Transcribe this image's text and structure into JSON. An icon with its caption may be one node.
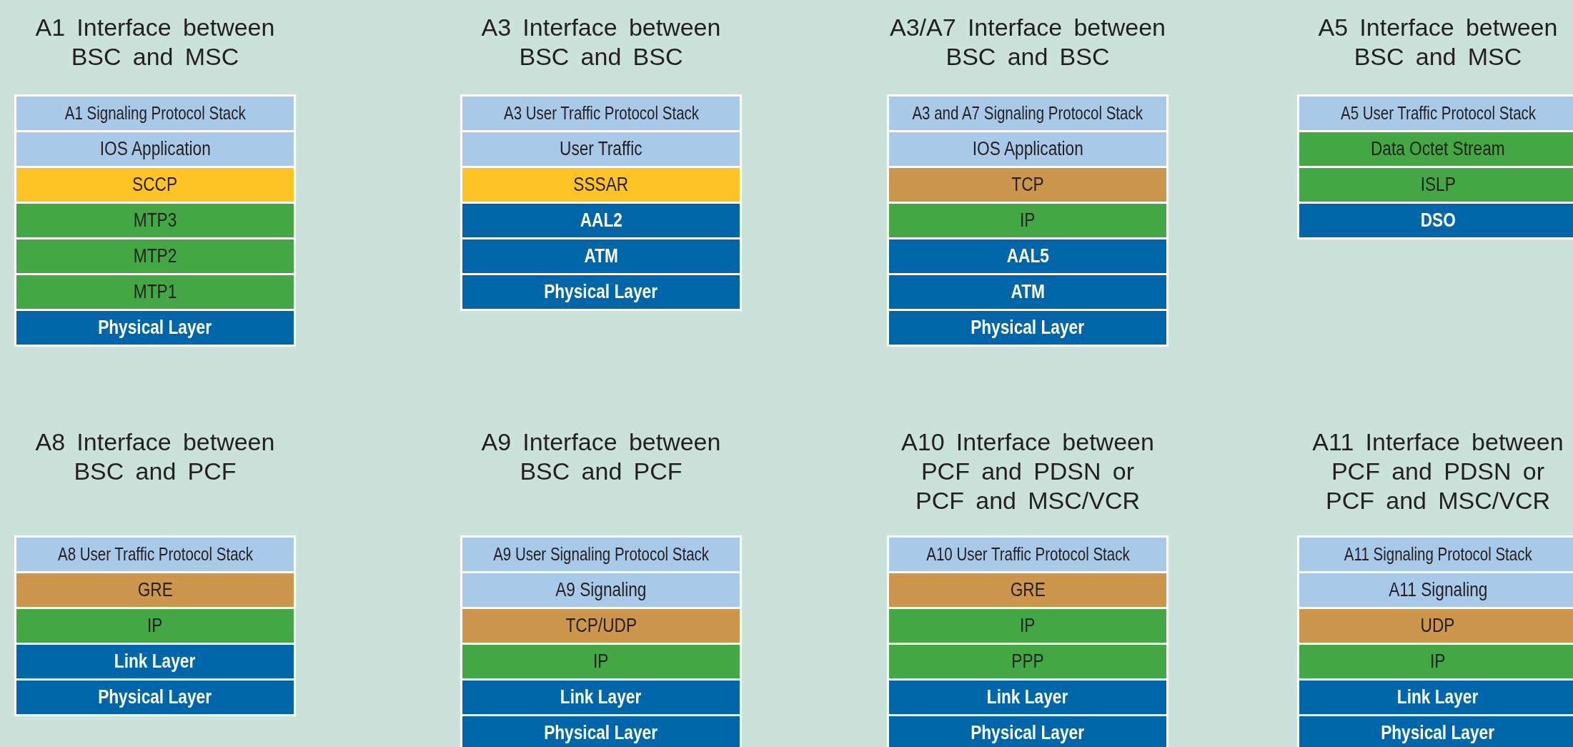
{
  "diagram": {
    "nodes": [
      {
        "text": [
          "A1 Interface between BSC and MSC"
        ]
      },
      {
        "text": [
          "A1 Signaling Protocol Stack"
        ],
        "in": 0
      },
      {
        "text": [
          "IOS Application"
        ],
        "in": 0
      },
      {
        "text": [
          "SCCP"
        ],
        "in": 0
      },
      {
        "text": [
          "MTP3"
        ],
        "in": 0
      },
      {
        "text": [
          "MTP2"
        ],
        "in": 0
      },
      {
        "text": [
          "MTP1"
        ],
        "in": 0
      },
      {
        "text": [
          "Physical Layer"
        ],
        "in": 0
      },
      {
        "text": [
          "A3 Interface between BSC and BSC"
        ]
      },
      {
        "text": [
          "A3 User Traffic  Protocol Stack"
        ],
        "in": 8
      },
      {
        "text": [
          "User Traffic"
        ],
        "in": 8
      },
      {
        "text": [
          "SSSAR"
        ],
        "in": 8
      },
      {
        "text": [
          "AAL2"
        ],
        "in": 8
      },
      {
        "text": [
          "ATM"
        ],
        "in": 8
      },
      {
        "text": [
          "Physical Layer"
        ],
        "in": 8
      },
      {
        "text": [
          "A3/A7 Interface between BSC and BSC"
        ]
      },
      {
        "text": [
          "A3 and A7 Signaling Protocol Stack"
        ],
        "in": 15
      },
      {
        "text": [
          "IOS Application"
        ],
        "in": 15
      },
      {
        "text": [
          "TCP"
        ],
        "in": 15
      },
      {
        "text": [
          "IP"
        ],
        "in": 15
      },
      {
        "text": [
          "AAL5"
        ],
        "in": 15
      },
      {
        "text": [
          "ATM"
        ],
        "in": 15
      },
      {
        "text": [
          "Physical Layer"
        ],
        "in": 15
      },
      {
        "text": [
          "A5 Interface between BSC and MSC"
        ]
      },
      {
        "text": [
          "A5 User Traffic Protocol Stack"
        ],
        "in": 23
      },
      {
        "text": [
          "Data Octet Stream"
        ],
        "in": 23
      },
      {
        "text": [
          "ISLP"
        ],
        "in": 23
      },
      {
        "text": [
          "DSO"
        ],
        "in": 23
      },
      {
        "text": [
          "A8 Interface between BSC and PCF"
        ]
      },
      {
        "text": [
          "A8 User Traffic  Protocol Stack"
        ],
        "in": 28
      },
      {
        "text": [
          "GRE"
        ],
        "in": 28
      },
      {
        "text": [
          "IP"
        ],
        "in": 28
      },
      {
        "text": [
          "Link Layer"
        ],
        "in": 28
      },
      {
        "text": [
          "Physical Layer"
        ],
        "in": 28
      },
      {
        "text": [
          "A9 Interface between BSC and PCF"
        ]
      },
      {
        "text": [
          "A9 User Signaling Protocol Stack"
        ],
        "in": 34
      },
      {
        "text": [
          "A9 Signaling"
        ],
        "in": 34
      },
      {
        "text": [
          "TCP/UDP"
        ],
        "in": 34
      },
      {
        "text": [
          "IP"
        ],
        "in": 34
      },
      {
        "text": [
          "Link Layer"
        ],
        "in": 34
      },
      {
        "text": [
          "Physical Layer"
        ],
        "in": 34
      },
      {
        "text": [
          "A10 Interface between PCF and PDSN or PCF and MSC/VCR"
        ]
      },
      {
        "text": [
          "A10 User Traffic Protocol Stack"
        ],
        "in": 41
      },
      {
        "text": [
          "GRE"
        ],
        "in": 41
      },
      {
        "text": [
          "IP"
        ],
        "in": 41
      },
      {
        "text": [
          "PPP"
        ],
        "in": 41
      },
      {
        "text": [
          "Link Layer"
        ],
        "in": 41
      },
      {
        "text": [
          "Physical Layer"
        ],
        "in": 41
      },
      {
        "text": [
          "A11 Interface between PCF and PDSN or PCF and MSC/VCR"
        ]
      },
      {
        "text": [
          "A11 Signaling Protocol Stack"
        ],
        "in": 48
      },
      {
        "text": [
          "A11 Signaling"
        ],
        "in": 48
      },
      {
        "text": [
          "UDP"
        ],
        "in": 48
      },
      {
        "text": [
          "IP"
        ],
        "in": 48
      },
      {
        "text": [
          "Link Layer"
        ],
        "in": 48
      },
      {
        "text": [
          "Physical Layer"
        ],
        "in": 48
      }
    ]
  }
}
